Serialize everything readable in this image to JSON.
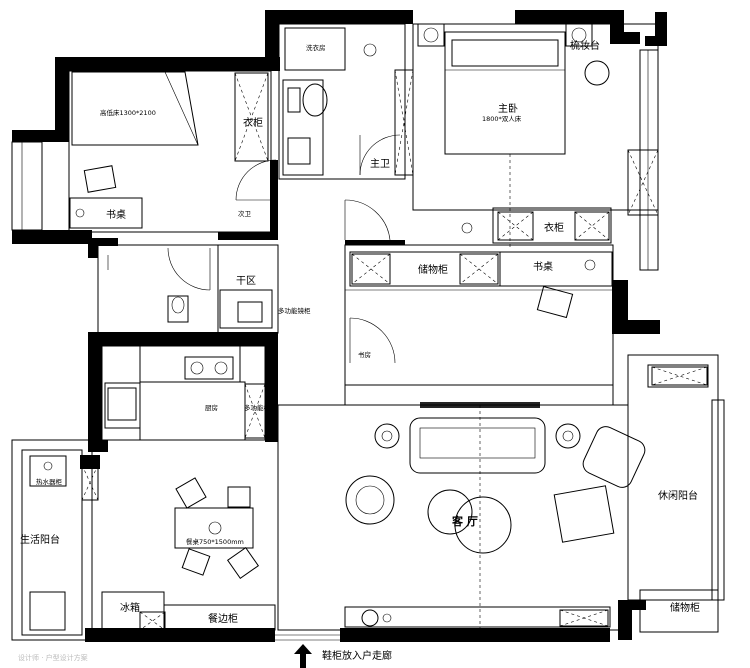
{
  "rooms": {
    "bunk_bed": "高低床1300*2100",
    "wardrobe_small": "衣柜",
    "laundry": "洗衣房",
    "desk_left": "书桌",
    "secondary_bath": "次卫",
    "dry_area": "干区",
    "mirror_cabinet": "多功能镜柜",
    "master_bath": "主卫",
    "master_bedroom": "主卧",
    "bed_size": "1800*双人床",
    "dressing_table": "梳妆台",
    "wardrobe_master": "衣柜",
    "storage_cabinet": "储物柜",
    "desk_study": "书桌",
    "study": "书房",
    "kitchen": "厨房",
    "multi_cabinet": "多功能柜",
    "water_heater": "热水器柜",
    "living_room": "客 厅",
    "leisure_balcony": "休闲阳台",
    "life_balcony": "生活阳台",
    "dining_table": "餐桌750*1500mm",
    "fridge": "冰箱",
    "sideboard": "餐边柜",
    "storage_right": "储物柜",
    "entry": "鞋柜放入户走廊"
  },
  "watermark": "设计师 · 户型设计方案"
}
